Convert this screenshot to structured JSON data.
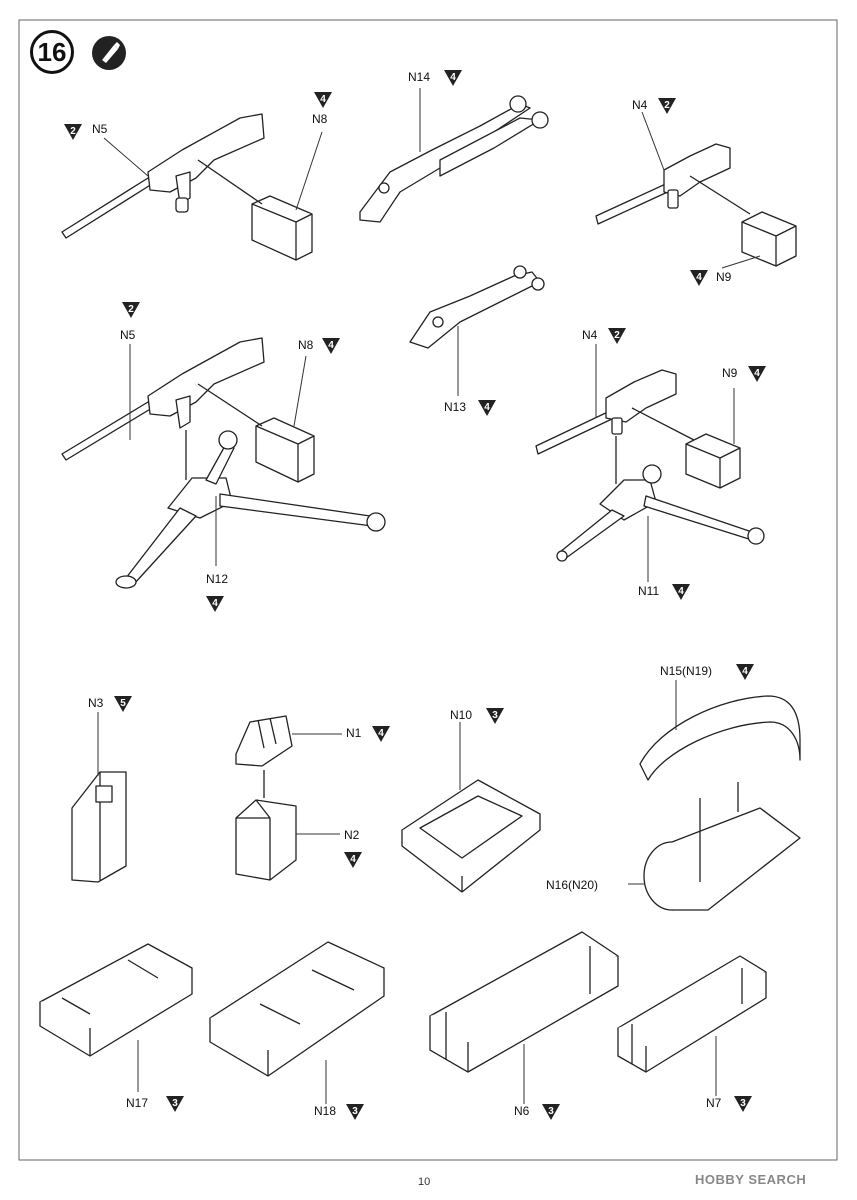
{
  "step": {
    "number": "16"
  },
  "labels": {
    "n5_top": "N5",
    "n8_top": "N8",
    "n14": "N14",
    "n4_top": "N4",
    "n9_top": "N9",
    "n5_mid": "N5",
    "n8_mid": "N8",
    "n13": "N13",
    "n4_mid": "N4",
    "n9_mid": "N9",
    "n12": "N12",
    "n11": "N11",
    "n3": "N3",
    "n1": "N1",
    "n2": "N2",
    "n10": "N10",
    "n15": "N15(N19)",
    "n16": "N16(N20)",
    "n17": "N17",
    "n18": "N18",
    "n6": "N6",
    "n7": "N7"
  },
  "color_codes": {
    "n5_top": "2",
    "n8_top": "4",
    "n14": "4",
    "n4_top": "2",
    "n9_top": "4",
    "n5_mid": "2",
    "n8_mid": "4",
    "n13": "4",
    "n4_mid": "2",
    "n9_mid": "4",
    "n12": "4",
    "n11": "4",
    "n3": "5",
    "n1": "4",
    "n2": "4",
    "n10": "3",
    "n15": "4",
    "n17": "3",
    "n18": "3",
    "n6": "3",
    "n7": "3"
  },
  "footer": {
    "page_number": "10",
    "watermark": "HOBBY SEARCH"
  },
  "icons": {
    "step_badge": "circle-number",
    "glue": "glue-tube-icon",
    "color_code": "triangle-icon"
  },
  "colors": {
    "line": "#222222",
    "background": "#ffffff",
    "watermark": "#888888"
  }
}
